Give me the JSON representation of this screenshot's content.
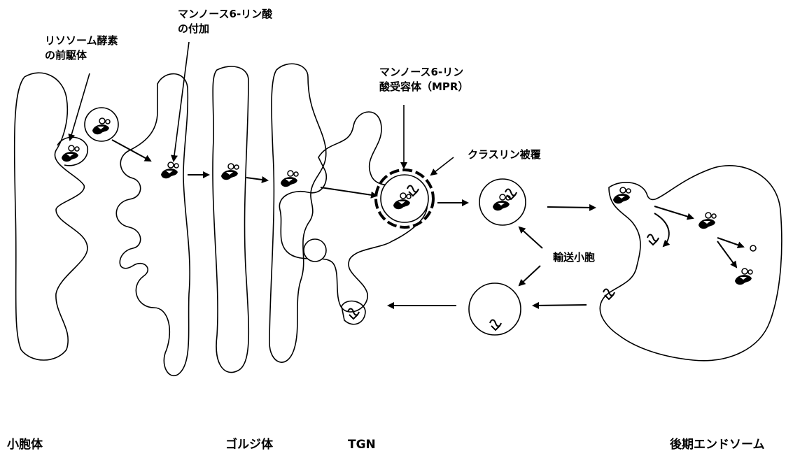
{
  "labels": {
    "lysosomal_enzyme_precursor": [
      "リソソーム酵素",
      "の前駆体"
    ],
    "mannose6p_addition": [
      "マンノース6-リン酸",
      "の付加"
    ],
    "mpr": [
      "マンノース6-リン",
      "酸受容体（MPR）"
    ],
    "clathrin_coat": "クラスリン被覆",
    "transport_vesicle": "輸送小胞"
  },
  "compartments": {
    "vesicle": "小胞体",
    "golgi": "ゴルジ体",
    "tgn": "TGN",
    "late_endosome": "後期エンドソーム"
  },
  "colors": {
    "ink": "#000000",
    "background": "#ffffff"
  }
}
